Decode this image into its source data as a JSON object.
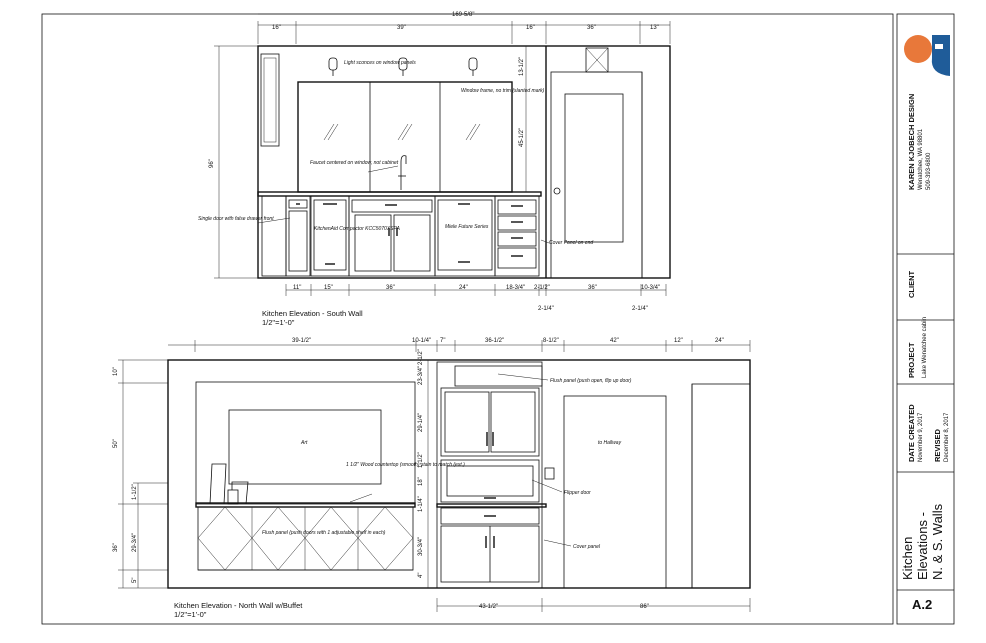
{
  "colors": {
    "logo_orange": "#e8783a",
    "logo_blue": "#1f5c99",
    "ink": "#111111"
  },
  "south": {
    "overall": "169-5/8\"",
    "top_dims": [
      "16\"",
      "39\"",
      "16\"",
      "36\"",
      "13\""
    ],
    "height": "96\"",
    "right_dims": [
      "13-1/2\"",
      "45-1/2\""
    ],
    "bottom_dims": [
      "11\"",
      "15\"",
      "36\"",
      "24\"",
      "18-3/4\"",
      "2-1/2\"",
      "36\"",
      "10-3/4\""
    ],
    "extra_dims": [
      "2-1/4\"",
      "2-1/4\""
    ],
    "notes": {
      "lights": "Light sconces on window panels",
      "window": "Window frame, no trim (slanted mark)",
      "faucet": "Faucet centered on window, not cabinet",
      "single_door": "Single door with false drawer front",
      "kitchenaid": "KitchenAid Compactor KCC5070XSPA",
      "miele": "Miele Future Series",
      "cover_panel": "Cover Panel on end"
    },
    "title": "Kitchen Elevation - South Wall",
    "scale": "1/2\"=1'-0\""
  },
  "north": {
    "top_dims": [
      "39-1/2\"",
      "10-1/4\"",
      "7\"",
      "36-1/2\"",
      "8-1/2\"",
      "42\"",
      "12\"",
      "24\""
    ],
    "left_dims": [
      "10\"",
      "50\"",
      "1-1/2\"",
      "29-3/4\"",
      "36\"",
      "5\""
    ],
    "cab_dims": [
      "2-1/2\"",
      "23-3/4\"",
      "29-1/4\"",
      "1-1/2\"",
      "18\"",
      "1-1/4\"",
      "30-3/4\"",
      "4\""
    ],
    "bottom_dims": [
      "43-1/2\"",
      "86\""
    ],
    "notes": {
      "art": "Art",
      "counter": "1 1/2\" Wood countertop (smooth) stain to match (ext.)",
      "flush_panel": "Flush panel (push doors with 1 adjustable shelf in each)",
      "flush_top": "Flush panel (push open, flip up door)",
      "flipper": "Flipper door",
      "cover": "Cover panel",
      "hallway": "to Hallway"
    },
    "title": "Kitchen Elevation - North Wall w/Buffet",
    "scale": "1/2\"=1'-0\""
  },
  "titleblock": {
    "company": "KAREN KJOBECH DESIGN",
    "address": "Wenatchee, WA 98801",
    "phone": "509-393-6800",
    "client_label": "CLIENT",
    "project_label": "PROJECT",
    "project_name": "Lake Wenatchee cabin",
    "date_created_label": "DATE CREATED",
    "date_created": "November 9, 2017",
    "revised_label": "REVISED",
    "revised": "December 8, 2017",
    "sheet_title": "Kitchen Elevations - N. & S. Walls",
    "sheet_number": "A.2"
  }
}
